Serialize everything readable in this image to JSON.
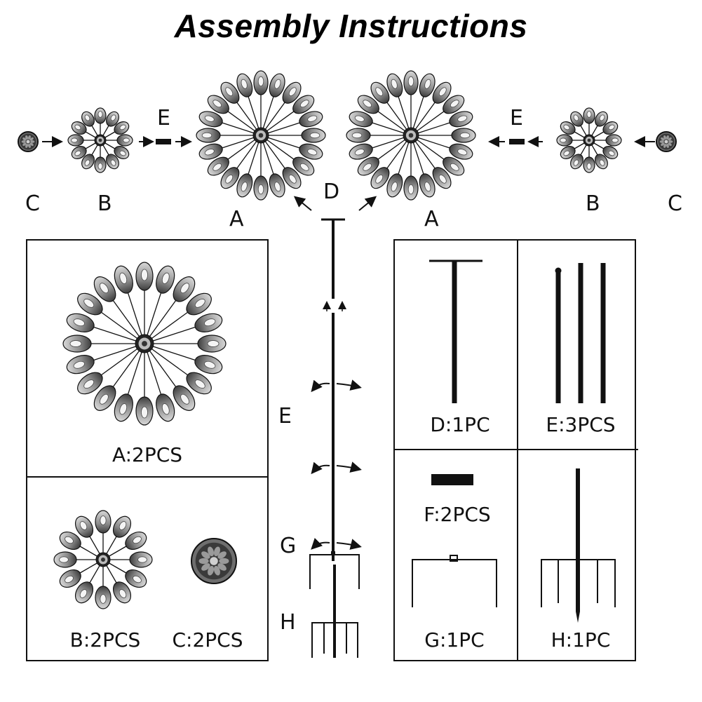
{
  "title": "Assembly Instructions",
  "labels": {
    "left_c": "C",
    "left_b": "B",
    "left_e": "E",
    "left_a": "A",
    "d": "D",
    "right_a": "A",
    "right_e": "E",
    "right_b": "B",
    "right_c": "C",
    "stake_e": "E",
    "stake_g": "G",
    "stake_h": "H"
  },
  "parts": {
    "a": "A:2PCS",
    "b": "B:2PCS",
    "c": "C:2PCS",
    "d": "D:1PC",
    "e": "E:3PCS",
    "f": "F:2PCS",
    "g": "G:1PC",
    "h": "H:1PC"
  },
  "colors": {
    "ink": "#111111",
    "petal_light": "#c9c9c9",
    "petal_mid": "#8c8c8c",
    "petal_dark": "#4a4a4a"
  }
}
